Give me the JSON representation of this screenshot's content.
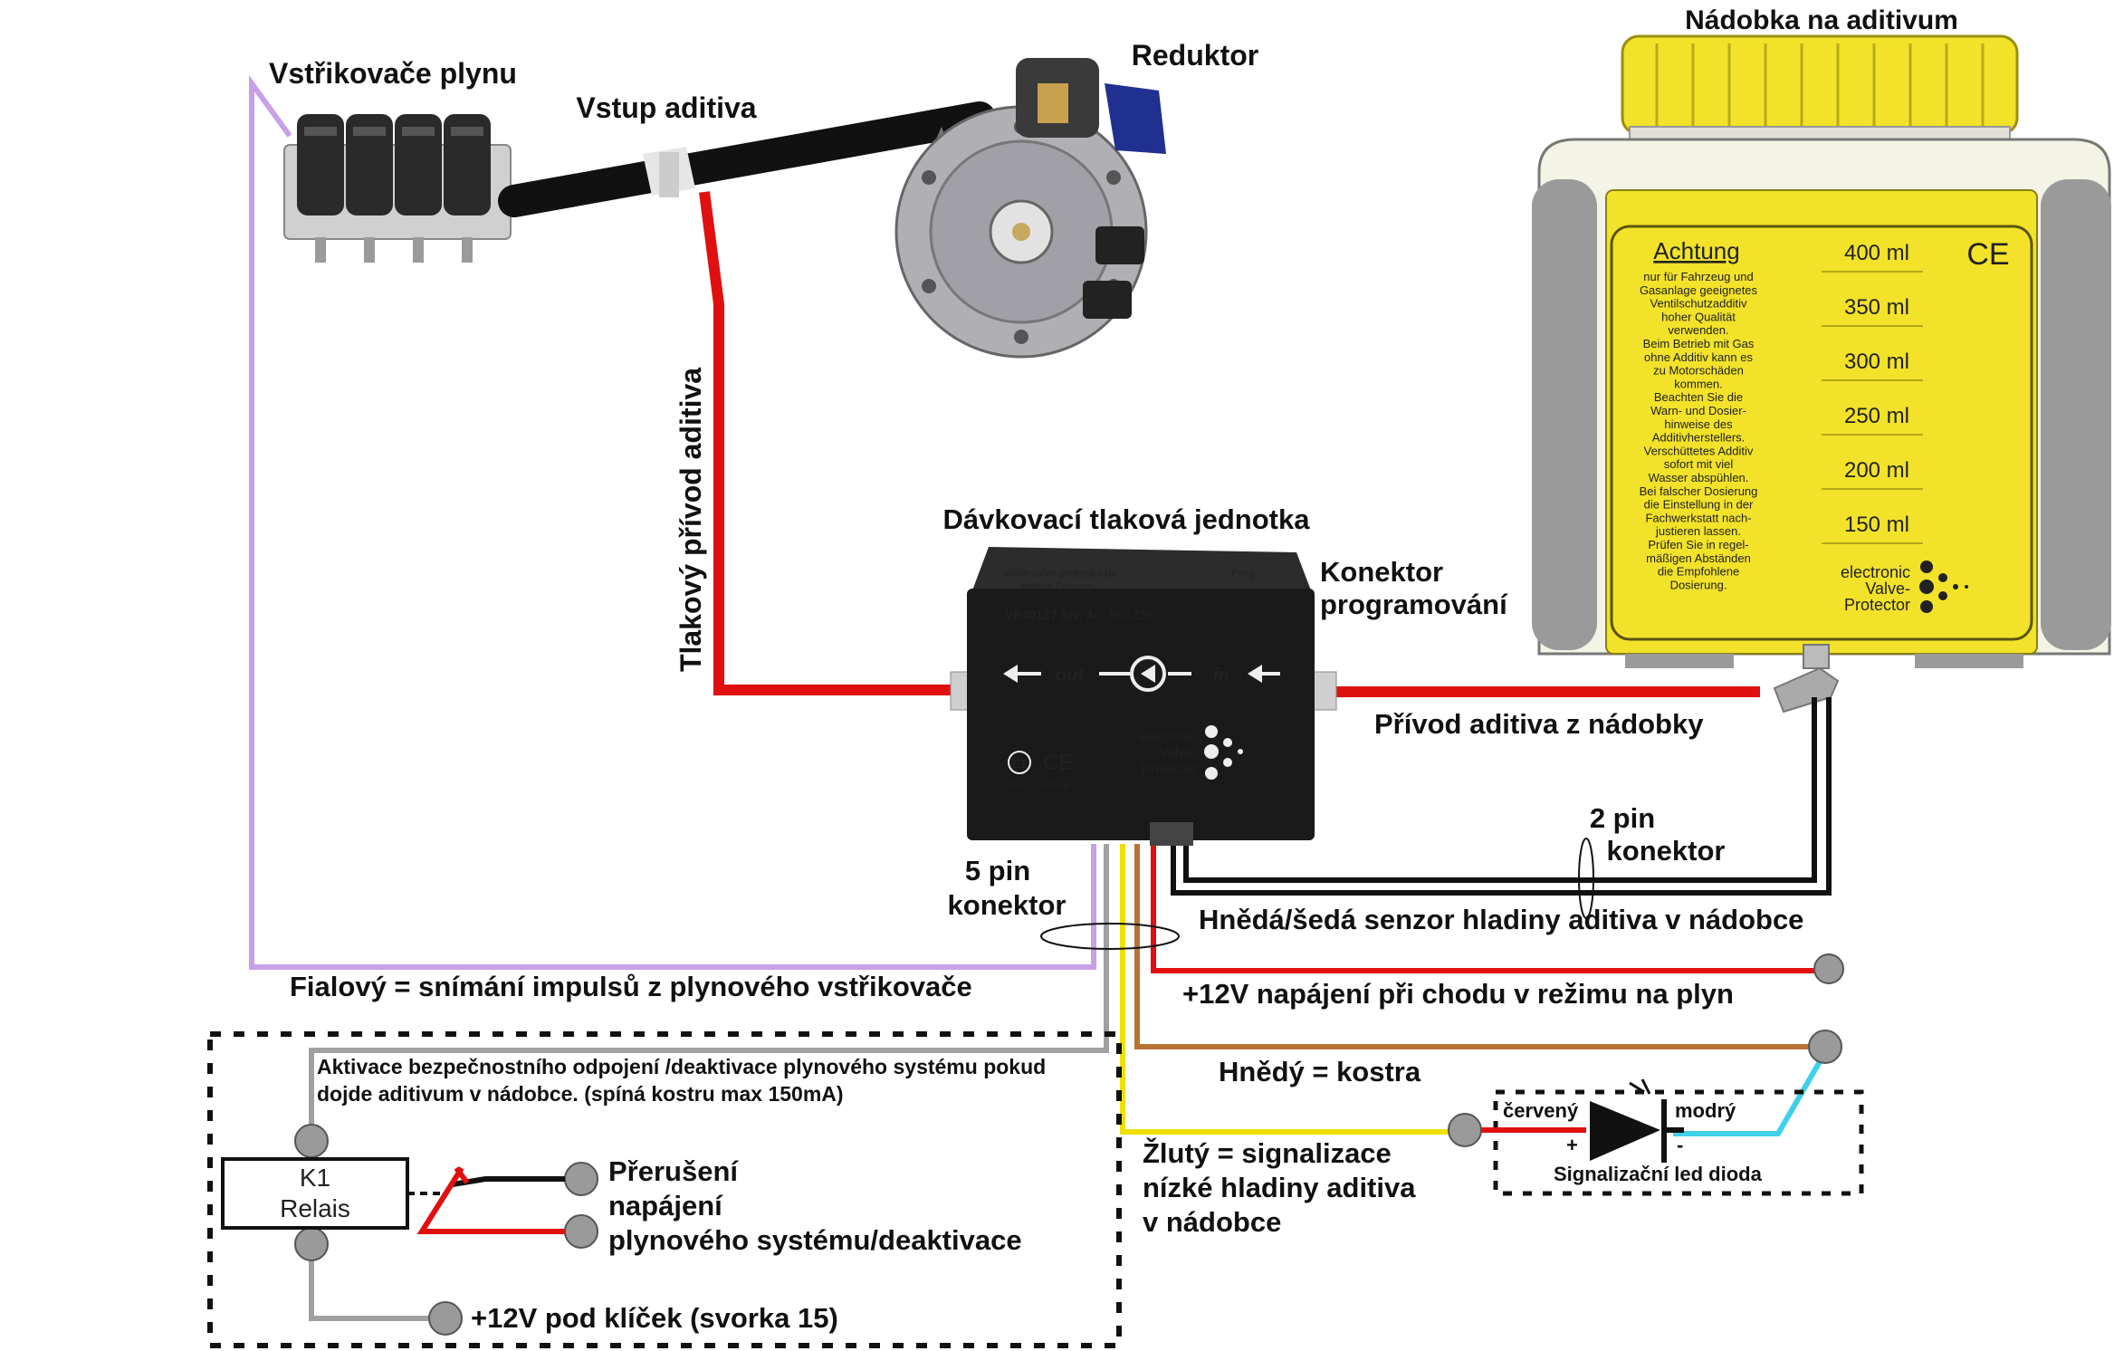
{
  "labels": {
    "injectors": "Vstřikovače plynu",
    "additive_inlet": "Vstup aditiva",
    "reducer": "Reduktor",
    "container": "Nádobka na aditivum",
    "pressure_supply": "Tlakový přívod aditiva",
    "dosing_unit": "Dávkovací tlaková jednotka",
    "prog_connector_line1": "Konektor",
    "prog_connector_line2": "programování",
    "supply_from_container": "Přívod aditiva z nádobky",
    "pin2_line1": "2 pin",
    "pin2_line2": "konektor",
    "pin5_line1": "5 pin",
    "pin5_line2": "konektor",
    "level_sensor": "Hnědá/šedá  senzor hladiny aditiva v nádobce",
    "purple_wire": "Fialový = snímání impulsů z plynového vstřikovače",
    "plus12_gas": "+12V napájení při chodu v režimu na plyn",
    "brown_ground": "Hnědý = kostra",
    "yellow_line1": "Žlutý = signalizace",
    "yellow_line2": "nízké hladiny aditiva",
    "yellow_line3": "v nádobce",
    "activation_line1": "Aktivace bezpečnostního odpojení /deaktivace plynového systému pokud",
    "activation_line2": "dojde aditivum v nádobce. (spíná kostru max 150mA)",
    "relay_line1": "K1",
    "relay_line2": "Relais",
    "interrupt_line1": "Přerušení",
    "interrupt_line2": "napájení",
    "interrupt_line3": "plynového systému/deaktivace",
    "key12": "+12V pod klíček (svorka 15)",
    "led_red": "červený",
    "led_blue": "modrý",
    "led_plus": "+",
    "led_minus": "-",
    "led_title": "Signalizační led dioda"
  },
  "container_panel": {
    "achtung": "Achtung",
    "warning_lines": [
      "nur für Fahrzeug und",
      "Gasanlage geeignetes",
      "Ventilschutzadditiv",
      "hoher Qualität",
      "verwenden.",
      "Beim Betrieb mit Gas",
      "ohne Additiv kann es",
      "zu Motorschäden",
      "kommen.",
      "Beachten Sie die",
      "Warn- und Dosier-",
      "hinweise des",
      "Additivherstellers.",
      "Verschüttetes Additiv",
      "sofort mit viel",
      "Wasser abspühlen.",
      "Bei falscher Dosierung",
      "die Einstellung in der",
      "Fachwerkstatt nach-",
      "justieren lassen.",
      "Prüfen Sie in regel-",
      "mäßigen Abständen",
      "die Empfohlene",
      "Dosierung."
    ],
    "levels": [
      "400 ml",
      "350 ml",
      "300 ml",
      "250 ml",
      "200 ml",
      "150 ml"
    ],
    "ce": "CE",
    "brand_line1": "electronic",
    "brand_line2": "Valve-",
    "brand_line3": "Protector"
  },
  "unit_panel": {
    "website": "www.valve-protector.de",
    "made_in": "Made in Germany",
    "prog": "Prog.",
    "serial": "VP40127  SN: 4-",
    "serial_suffix": "003225",
    "out": "out",
    "in": "in",
    "approval": "10 R - 03 5516",
    "ce": "CE",
    "e_mark": "E1",
    "brand_line1": "electronic",
    "brand_line2": "Valve-",
    "brand_line3": "Protector"
  },
  "colors": {
    "additive_line": "#e01010",
    "purple_wire": "#c8a0e8",
    "grey_wire": "#a0a0a0",
    "yellow_wire": "#f0e000",
    "brown_wire": "#b87333",
    "cyan_wire": "#40d0e8",
    "container_yellow": "#f2e22a",
    "unit_body": "#1a1a1a"
  }
}
